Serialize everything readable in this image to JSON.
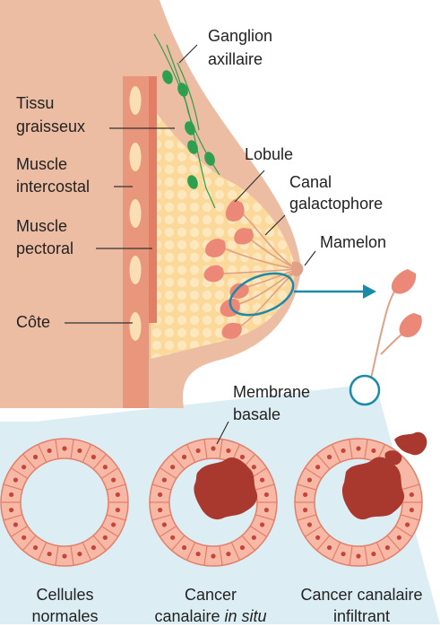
{
  "labels": {
    "ganglion_line1": "Ganglion",
    "ganglion_line2": "axillaire",
    "tissu_line1": "Tissu",
    "tissu_line2": "graisseux",
    "muscle_inter_line1": "Muscle",
    "muscle_inter_line2": "intercostal",
    "muscle_pect_line1": "Muscle",
    "muscle_pect_line2": "pectoral",
    "cote": "Côte",
    "lobule": "Lobule",
    "canal_line1": "Canal",
    "canal_line2": "galactophore",
    "mamelon": "Mamelon",
    "membrane_line1": "Membrane",
    "membrane_line2": "basale"
  },
  "captions": {
    "normal_line1": "Cellules",
    "normal_line2": "normales",
    "insitu_line1": "Cancer",
    "insitu_line2_prefix": "canalaire ",
    "insitu_line2_italic": "in situ",
    "infiltrant_line1": "Cancer canalaire",
    "infiltrant_line2": "infiltrant"
  },
  "colors": {
    "skin": "#EDBDA3",
    "skin_dark": "#E0A186",
    "muscle": "#E8967C",
    "rib": "#FBDFB4",
    "fat": "#FBD99A",
    "fat_bubble": "#FDE7BE",
    "lobule": "#EC8878",
    "node": "#2E9E4F",
    "highlight": "#1C8AA8",
    "zoom_bg": "#DCEEF3",
    "cell": "#F7B9A5",
    "cell_border": "#E47E6A",
    "nucleus": "#C5453B",
    "tumor": "#A9382F"
  }
}
